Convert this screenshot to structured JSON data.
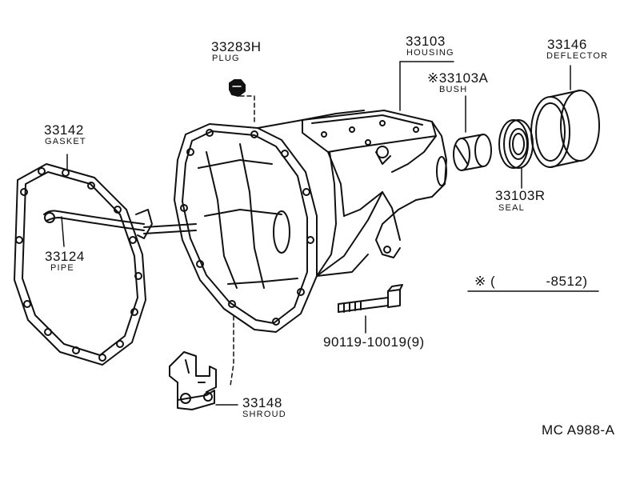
{
  "parts": {
    "plug": {
      "number": "33283H",
      "name": "PLUG"
    },
    "housing": {
      "number": "33103",
      "name": "HOUSING"
    },
    "bush": {
      "mark": "※",
      "number": "33103A",
      "name": "BUSH"
    },
    "deflector": {
      "number": "33146",
      "name": "DEFLECTOR"
    },
    "gasket": {
      "number": "33142",
      "name": "GASKET"
    },
    "pipe": {
      "number": "33124",
      "name": "PIPE"
    },
    "seal": {
      "number": "33103R",
      "name": "SEAL"
    },
    "bolt": {
      "number": "90119-10019(9)"
    },
    "shroud": {
      "number": "33148",
      "name": "SHROUD"
    }
  },
  "footnote": {
    "mark": "※",
    "open": "(",
    "range": "-8512)"
  },
  "figure_code": "MC A988-A",
  "colors": {
    "ink": "#111111",
    "paper": "#ffffff"
  }
}
